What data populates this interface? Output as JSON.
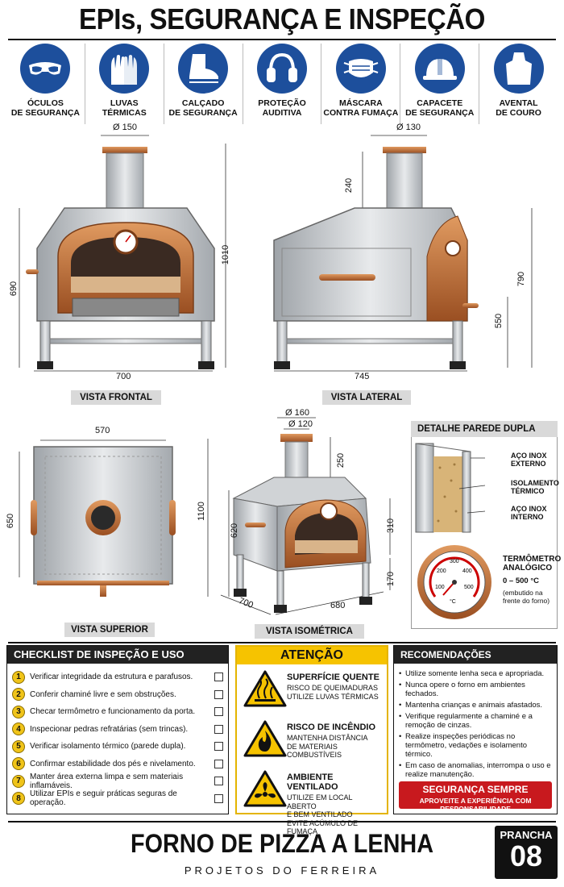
{
  "title": "EPIs, SEGURANÇA E INSPEÇÃO",
  "ppe": [
    {
      "label": "ÓCULOS\nDE SEGURANÇA",
      "icon": "safety-goggles-icon"
    },
    {
      "label": "LUVAS\nTÉRMICAS",
      "icon": "thermal-gloves-icon"
    },
    {
      "label": "CALÇADO\nDE SEGURANÇA",
      "icon": "safety-boot-icon"
    },
    {
      "label": "PROTEÇÃO\nAUDITIVA",
      "icon": "ear-protection-icon"
    },
    {
      "label": "MÁSCARA\nCONTRA FUMAÇA",
      "icon": "smoke-mask-icon"
    },
    {
      "label": "CAPACETE\nDE SEGURANÇA",
      "icon": "hard-hat-icon"
    },
    {
      "label": "AVENTAL\nDE COURO",
      "icon": "leather-apron-icon"
    }
  ],
  "views": {
    "front": {
      "label": "VISTA FRONTAL",
      "chimney": "Ø 150",
      "width": "700",
      "height": "690",
      "total": "1010"
    },
    "side": {
      "label": "VISTA LATERAL",
      "chimney": "Ø 130",
      "chimney_h": "240",
      "depth": "745",
      "base_h": "550",
      "height": "790"
    },
    "top": {
      "label": "VISTA SUPERIOR",
      "width": "570",
      "depth": "650"
    },
    "iso": {
      "label": "VISTA ISOMÉTRICA",
      "d1": "Ø 160",
      "d2": "Ø 120",
      "chimney_h": "250",
      "height": "1100",
      "body_h": "620",
      "door_h": "310",
      "base_h": "170",
      "depth": "700",
      "width": "680"
    }
  },
  "detail": {
    "title": "DETALHE PAREDE DUPLA",
    "labels": [
      "AÇO INOX\nEXTERNO",
      "ISOLAMENTO\nTÉRMICO",
      "AÇO INOX\nINTERNO"
    ],
    "thermo_title": "TERMÔMETRO\nANALÓGICO",
    "thermo_range": "0 – 500 °C",
    "thermo_note": "(embutido na\nfrente do forno)",
    "gauge_ticks": [
      "100",
      "200",
      "300",
      "400",
      "500"
    ],
    "gauge_unit": "°C"
  },
  "checklist": {
    "title": "CHECKLIST DE INSPEÇÃO E USO",
    "items": [
      "Verificar integridade da estrutura e parafusos.",
      "Conferir chaminé livre e sem obstruções.",
      "Checar termômetro e funcionamento da porta.",
      "Inspecionar pedras refratárias (sem trincas).",
      "Verificar isolamento térmico (parede dupla).",
      "Confirmar estabilidade dos pés e nivelamento.",
      "Manter área externa limpa e sem materiais inflamáveis.",
      "Utilizar EPIs e seguir práticas seguras de operação."
    ]
  },
  "attention": {
    "title": "ATENÇÃO",
    "items": [
      {
        "title": "SUPERFÍCIE QUENTE",
        "desc": "RISCO DE QUEIMADURAS\nUTILIZE LUVAS TÉRMICAS",
        "icon": "hot-surface-icon"
      },
      {
        "title": "RISCO DE INCÊNDIO",
        "desc": "MANTENHA DISTÂNCIA\nDE MATERIAIS COMBUSTÍVEIS",
        "icon": "fire-hazard-icon"
      },
      {
        "title": "AMBIENTE VENTILADO",
        "desc": "UTILIZE EM LOCAL ABERTO\nE BEM VENTILADO\nEVITE ACÚMULO DE FUMAÇA",
        "icon": "ventilation-icon"
      }
    ]
  },
  "recommendations": {
    "title": "RECOMENDAÇÕES IMPORTANTES",
    "items": [
      "Utilize somente lenha seca e apropriada.",
      "Nunca opere o forno em ambientes fechados.",
      "Mantenha crianças e animais afastados.",
      "Verifique regularmente a chaminé e a remoção de cinzas.",
      "Realize inspeções periódicas no termômetro, vedações e isolamento térmico.",
      "Em caso de anomalias, interrompa o uso e realize manutenção."
    ],
    "safety_title": "SEGURANÇA SEMPRE",
    "safety_sub": "APROVEITE A EXPERIÊNCIA COM RESPONSABILIDADE"
  },
  "footer": {
    "title": "FORNO DE PIZZA A LENHA",
    "subtitle": "PROJETOS DO FERREIRA",
    "sheet_label": "PRANCHA",
    "sheet_number": "08"
  },
  "colors": {
    "blue": "#1d4f9c",
    "copper": "#c0703a",
    "steel": "#b9bdc2",
    "yellow": "#f6c300",
    "red": "#c8191e"
  }
}
